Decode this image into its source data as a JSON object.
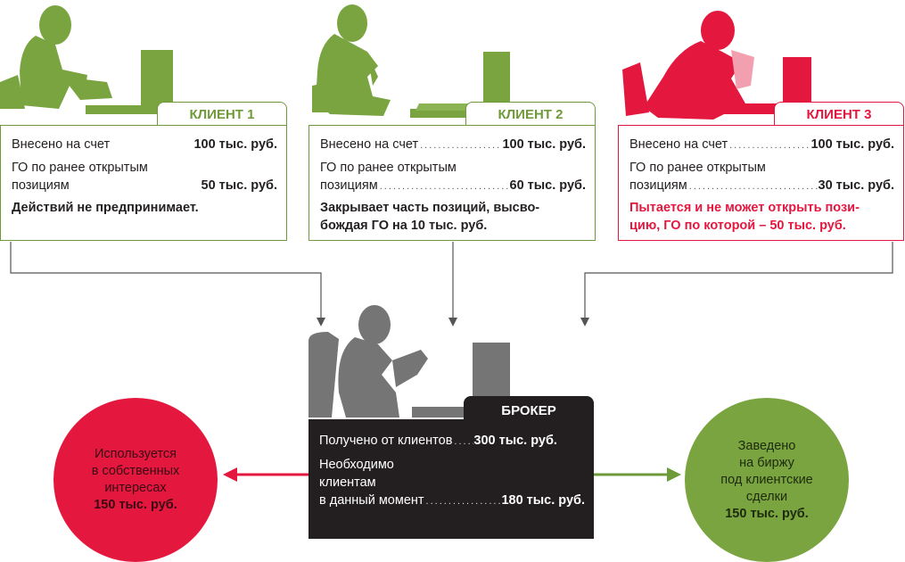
{
  "colors": {
    "green": "#6f9a3a",
    "red": "#e4173f",
    "dark": "#231f20",
    "grey": "#757575",
    "circle_green": "#7aa440"
  },
  "clients": [
    {
      "name": "КЛИЕНТ 1",
      "deposit_label": "Внесено на счет",
      "deposit_value": "100 тыс. руб.",
      "margin_label_1": "ГО по ранее открытым",
      "margin_label_2": "позициям",
      "margin_value": "50 тыс. руб.",
      "action_1": "Действий не предпринимает.",
      "action_2": ""
    },
    {
      "name": "КЛИЕНТ 2",
      "deposit_label": "Внесено на счет",
      "deposit_value": "100 тыс. руб.",
      "margin_label_1": "ГО по ранее открытым",
      "margin_label_2": "позициям",
      "margin_value": "60 тыс. руб.",
      "action_1": "Закрывает часть позиций, высво-",
      "action_2": "бождая ГО на 10 тыс. руб."
    },
    {
      "name": "КЛИЕНТ 3",
      "deposit_label": "Внесено на счет",
      "deposit_value": "100 тыс. руб.",
      "margin_label_1": "ГО по ранее открытым",
      "margin_label_2": "позициям",
      "margin_value": "30 тыс. руб.",
      "action_1": "Пытается и не может открыть пози-",
      "action_2": "цию, ГО по которой – 50 тыс. руб."
    }
  ],
  "broker": {
    "name": "БРОКЕР",
    "received_label": "Получено от клиентов",
    "received_value": "300 тыс. руб.",
    "required_label_1": "Необходимо",
    "required_label_2": "клиентам",
    "required_label_3": "в данный момент",
    "required_value": "180 тыс. руб."
  },
  "own_interests": {
    "line_1": "Используется",
    "line_2": "в собственных",
    "line_3": "интересах",
    "value": "150 тыс. руб."
  },
  "exchange": {
    "line_1": "Заведено",
    "line_2": "на биржу",
    "line_3": "под клиентские",
    "line_4": "сделки",
    "value": "150 тыс. руб."
  }
}
